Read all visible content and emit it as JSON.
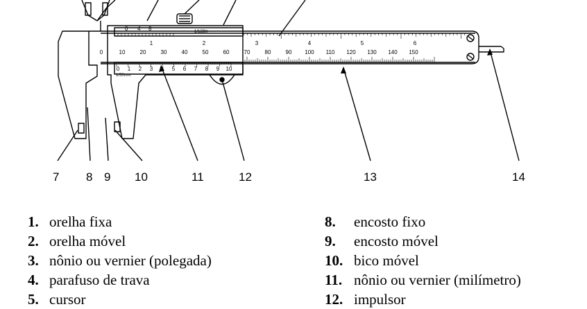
{
  "callouts": [
    "7",
    "8",
    "9",
    "10",
    "11",
    "12",
    "13",
    "14"
  ],
  "inch_scale": [
    "1",
    "2",
    "3",
    "4",
    "5",
    "6"
  ],
  "mm_scale": [
    "0",
    "10",
    "20",
    "30",
    "40",
    "50",
    "60",
    "70",
    "80",
    "90",
    "100",
    "110",
    "120",
    "130",
    "140",
    "150"
  ],
  "nonius_inch": [
    "0",
    "4",
    "8"
  ],
  "nonius_mm": [
    "0",
    "1",
    "2",
    "3",
    "4",
    "5",
    "6",
    "7",
    "8",
    "9",
    "10"
  ],
  "nonius_inch_label": "1/128in",
  "nonius_mm_label": "1/50mm",
  "legend": {
    "left": [
      {
        "num": "1.",
        "text": "orelha fixa"
      },
      {
        "num": "2.",
        "text": "orelha móvel"
      },
      {
        "num": "3.",
        "text": "nônio ou vernier (polegada)"
      },
      {
        "num": "4.",
        "text": "parafuso de trava"
      },
      {
        "num": "5.",
        "text": "cursor"
      }
    ],
    "right": [
      {
        "num": "8.",
        "text": "encosto fixo"
      },
      {
        "num": "9.",
        "text": "encosto móvel"
      },
      {
        "num": "10.",
        "text": "bico móvel"
      },
      {
        "num": "11.",
        "text": "nônio ou vernier (milímetro)"
      },
      {
        "num": "12.",
        "text": "impulsor"
      }
    ]
  }
}
